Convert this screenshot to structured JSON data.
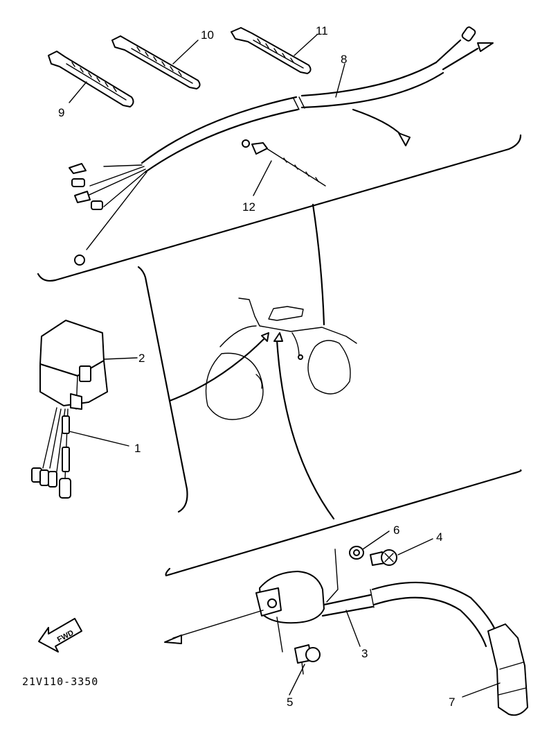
{
  "diagram_code": "21V110-3350",
  "fwd_label": "FWD",
  "callouts": {
    "c1": "1",
    "c2": "2",
    "c3": "3",
    "c4": "4",
    "c5": "5",
    "c6": "6",
    "c7": "7",
    "c8": "8",
    "c9": "9",
    "c10": "10",
    "c11": "11",
    "c12": "12"
  }
}
